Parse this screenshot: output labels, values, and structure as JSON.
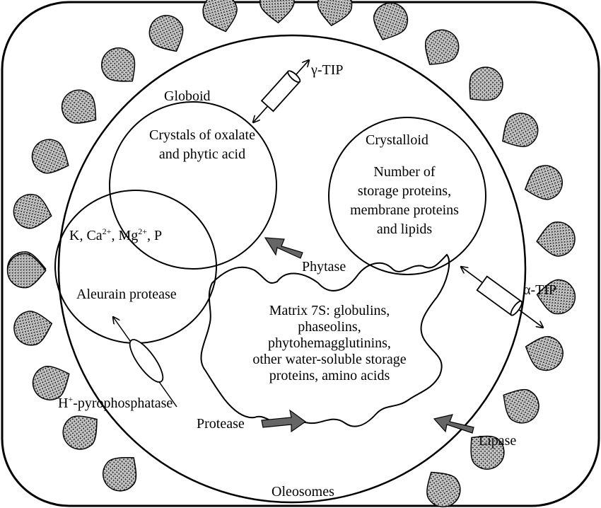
{
  "globoid": {
    "title": "Globoid",
    "line1": "Crystals of oxalate",
    "line2": "and phytic acid"
  },
  "crystalloid": {
    "title": "Crystalloid",
    "line1": "Number of",
    "line2": "storage proteins,",
    "line3": "membrane proteins",
    "line4": "and lipids"
  },
  "aleurain_body": {
    "k": "K, Ca",
    "ca_sup": "2+",
    "mg": ", Mg",
    "mg_sup": "2+",
    "p": ", P",
    "protease": "Aleurain protease"
  },
  "matrix": {
    "line1": "Matrix 7S: globulins,",
    "line2": "phaseolins,",
    "line3": "phytohemagglutinins,",
    "line4": "other water-soluble storage",
    "line5": "proteins, amino acids"
  },
  "labels": {
    "gamma_tip": "γ-TIP",
    "alpha_tip": "α-TIP",
    "phytase": "Phytase",
    "protease": "Protease",
    "lipase": "Lipase",
    "h_sup": "+",
    "h_prefix": "H",
    "pyrophosphatase": "-pyrophosphatase",
    "oleosomes": "Oleosomes"
  }
}
